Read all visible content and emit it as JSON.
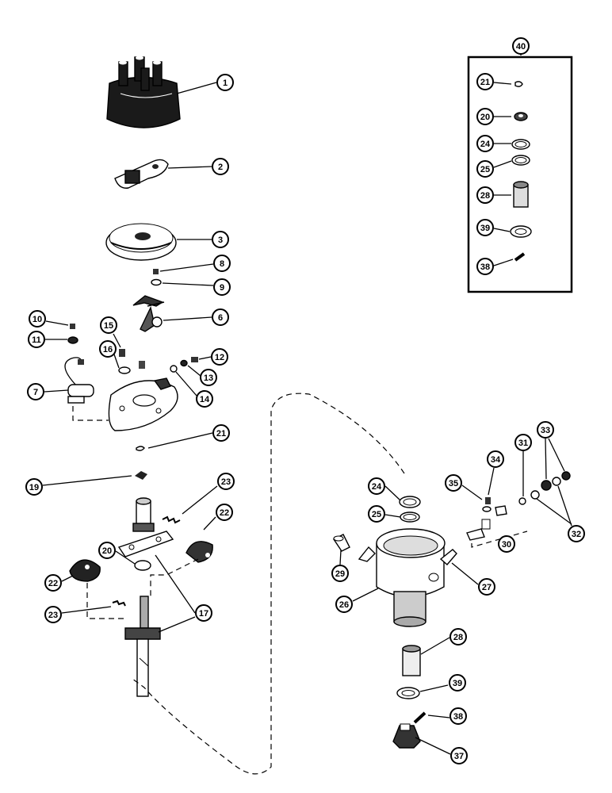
{
  "diagram": {
    "callouts": {
      "c1": "1",
      "c2": "2",
      "c3": "3",
      "c8": "8",
      "c9": "9",
      "c6": "6",
      "c10": "10",
      "c11": "11",
      "c15": "15",
      "c16": "16",
      "c12": "12",
      "c13": "13",
      "c14": "14",
      "c7": "7",
      "c21": "21",
      "c19": "19",
      "c23a": "23",
      "c22a": "22",
      "c20": "20",
      "c22b": "22",
      "c23b": "23",
      "c17": "17",
      "c24": "24",
      "c25": "25",
      "c29": "29",
      "c26": "26",
      "c27": "27",
      "c35": "35",
      "c34": "34",
      "c31": "31",
      "c33": "33",
      "c30": "30",
      "c32": "32",
      "c28": "28",
      "c39": "39",
      "c38": "38",
      "c37": "37",
      "k40": "40",
      "k21": "21",
      "k20": "20",
      "k24": "24",
      "k25": "25",
      "k28": "28",
      "k39": "39",
      "k38": "38"
    }
  }
}
